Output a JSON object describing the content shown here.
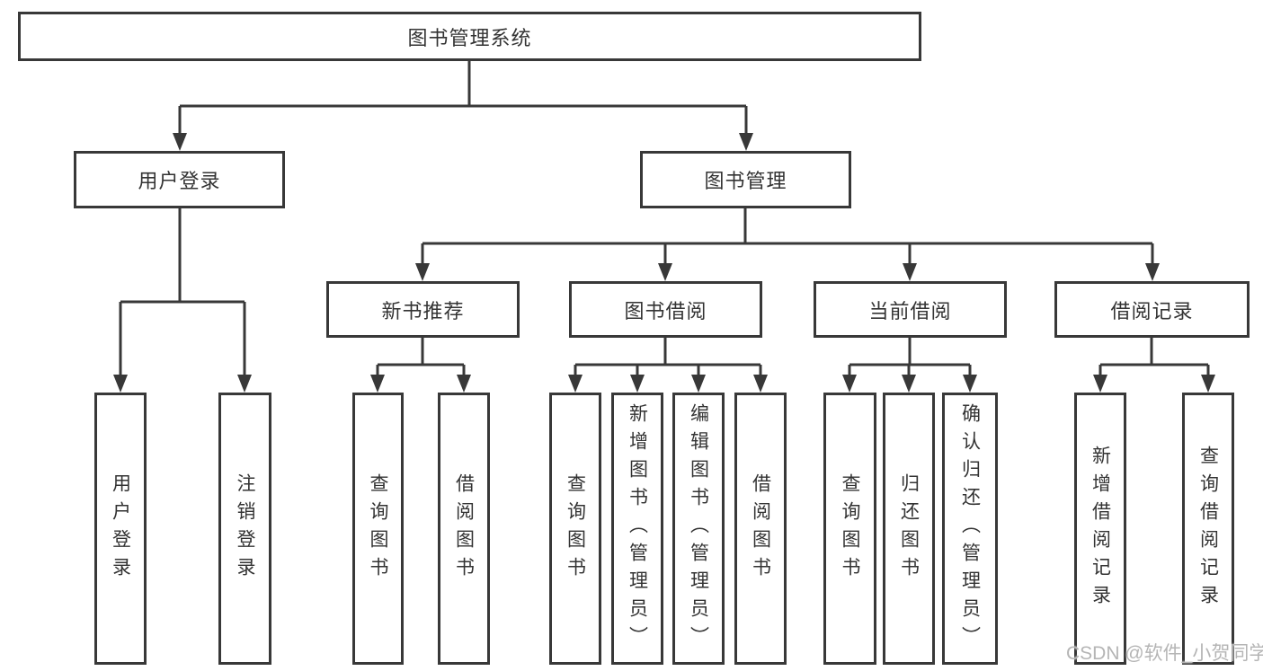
{
  "colors": {
    "line": "#383838",
    "text": "#333333",
    "box_background": "#ffffff",
    "watermark": "#b5b5b5"
  },
  "watermark": "CSDN @软件_小贺同学",
  "tree": {
    "root": {
      "label": "图书管理系统"
    },
    "branches": [
      {
        "label": "用户登录",
        "children": [
          {
            "label": "用户登录"
          },
          {
            "label": "注销登录"
          }
        ]
      },
      {
        "label": "图书管理",
        "children": [
          {
            "label": "新书推荐",
            "children": [
              {
                "label": "查询图书"
              },
              {
                "label": "借阅图书"
              }
            ]
          },
          {
            "label": "图书借阅",
            "children": [
              {
                "label": "查询图书"
              },
              {
                "label": "新增图书（管理员）"
              },
              {
                "label": "编辑图书（管理员）"
              },
              {
                "label": "借阅图书"
              }
            ]
          },
          {
            "label": "当前借阅",
            "children": [
              {
                "label": "查询图书"
              },
              {
                "label": "归还图书"
              },
              {
                "label": "确认归还（管理员）"
              }
            ]
          },
          {
            "label": "借阅记录",
            "children": [
              {
                "label": "新增借阅记录"
              },
              {
                "label": "查询借阅记录"
              }
            ]
          }
        ]
      }
    ]
  }
}
